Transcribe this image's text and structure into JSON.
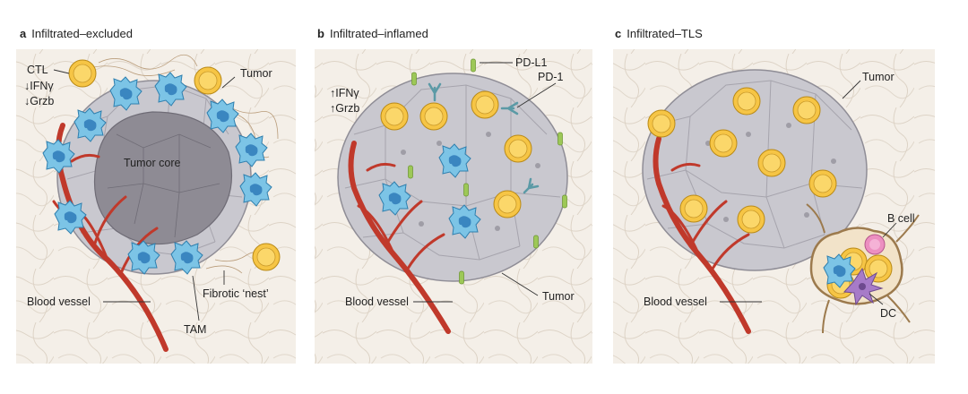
{
  "panels": [
    {
      "letter": "a",
      "title": "Infiltrated–excluded",
      "labels": {
        "ctl": "CTL",
        "ifn": "IFNγ",
        "grzb": "Grzb",
        "tumor": "Tumor",
        "core": "Tumor core",
        "vessel": "Blood vessel",
        "fibrotic": "Fibrotic ‘nest’",
        "tam": "TAM"
      },
      "arrows": {
        "ifn": "↓",
        "grzb": "↓"
      }
    },
    {
      "letter": "b",
      "title": "Infiltrated–inflamed",
      "labels": {
        "ifn": "IFNγ",
        "grzb": "Grzb",
        "pdl1": "PD-L1",
        "pd1": "PD-1",
        "vessel": "Blood vessel",
        "tumor": "Tumor"
      },
      "arrows": {
        "ifn": "↑",
        "grzb": "↑"
      }
    },
    {
      "letter": "c",
      "title": "Infiltrated–TLS",
      "labels": {
        "tumor": "Tumor",
        "bcell": "B cell",
        "vessel": "Blood vessel",
        "dc": "DC"
      }
    }
  ],
  "colors": {
    "panel_bg": "#f4efe8",
    "tumor_cell": "#c9c8cf",
    "tumor_core": "#8e8b94",
    "t_cell": "#f6c545",
    "macrophage": "#7cc4e6",
    "vessel": "#c0392b",
    "pdl1": "#9dc857",
    "bcell": "#ec8fc0",
    "dc": "#a77bc8"
  }
}
